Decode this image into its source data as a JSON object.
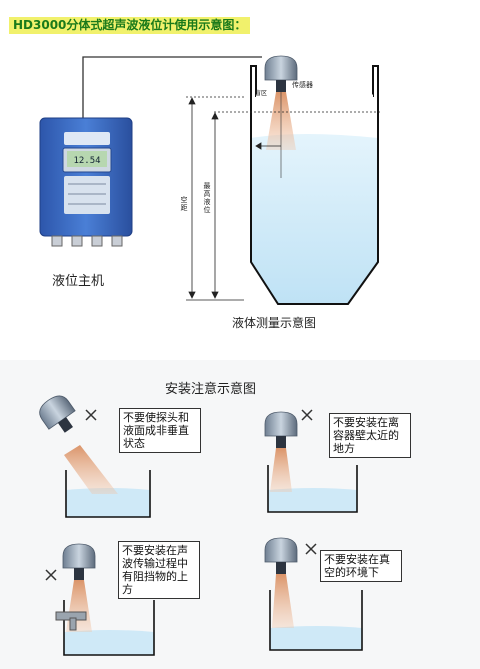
{
  "title": "HD3000分体式超声波液位计使用示意图：",
  "host_label": "液位主机",
  "measure_label": "液体测量示意图",
  "sensor_label": "传感器",
  "dead_zone_label": "盲区",
  "empty_label": "空距",
  "max_level_label": "最高液位",
  "display_value": "12.54",
  "install_title": "安装注意示意图",
  "notes": [
    "不要使探头和液面成非垂直状态",
    "不要安装在离容器壁太近的地方",
    "不要安装在声波传输过程中有阻挡物的上方",
    "不要安装在真空的环境下"
  ],
  "colors": {
    "title_bg": "#f1f16c",
    "title_text": "#1a7a1a",
    "liquid": "#cfe9f7",
    "controller": "#3b6cc7",
    "beam": "#e8a47a",
    "forbid_mark": "#333333"
  }
}
